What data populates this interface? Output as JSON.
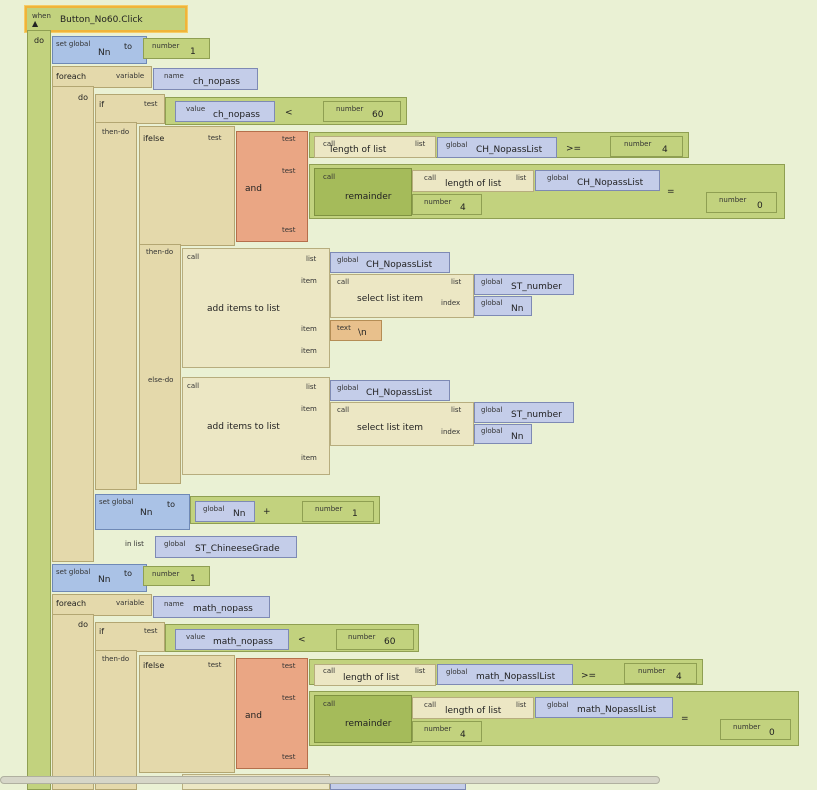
{
  "event": {
    "when": "when",
    "name": "Button_No60.Click",
    "do": "do"
  },
  "kw": {
    "set_global": "set global",
    "to": "to",
    "number": "number",
    "name": "name",
    "value": "value",
    "global": "global",
    "text": "text",
    "call": "call",
    "list": "list",
    "item": "item",
    "index": "index",
    "test": "test",
    "foreach": "foreach",
    "variable": "variable",
    "do": "do",
    "if": "if",
    "then_do": "then-do",
    "else_do": "else-do",
    "ifelse": "ifelse",
    "and": "and",
    "in_list": "in list",
    "length_of_list": "length of list",
    "remainder": "remainder",
    "add_items_to_list": "add items to list",
    "select_list_item": "select list item"
  },
  "ops": {
    "lt": "<",
    "gte": ">=",
    "eq": "=",
    "plus": "+"
  },
  "vals": {
    "nn": "Nn",
    "one": "1",
    "four": "4",
    "zero": "0",
    "sixty": "60",
    "newline": "\\n",
    "ch_nopass": "ch_nopass",
    "ch_list": "CH_NopassList",
    "st_number": "ST_number",
    "st_grade": "ST_ChineeseGrade",
    "math_nopass": "math_nopass",
    "math_list": "math_NopasslList"
  }
}
